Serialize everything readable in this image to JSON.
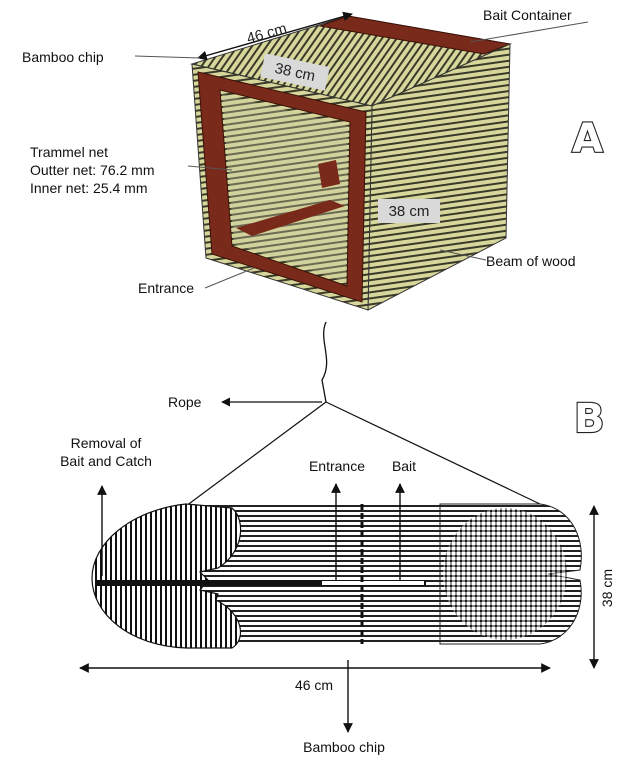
{
  "panel_a": {
    "letter": "A",
    "labels": {
      "bait_container": "Bait Container",
      "bamboo_chip": "Bamboo chip",
      "trammel_net": "Trammel net",
      "outer_net": "Outter net: 76.2 mm",
      "inner_net": "Inner net: 25.4 mm",
      "beam_of_wood": "Beam of wood",
      "entrance": "Entrance"
    },
    "dimensions": {
      "depth": "46 cm",
      "width": "38 cm",
      "height": "38 cm"
    },
    "colors": {
      "bamboo": "#d8d79b",
      "bamboo_stripe": "#3a3a2a",
      "wood": "#7a2a1a"
    }
  },
  "panel_b": {
    "letter": "B",
    "labels": {
      "rope": "Rope",
      "removal_line1": "Removal of",
      "removal_line2": "Bait and Catch",
      "entrance": "Entrance",
      "bait": "Bait",
      "bamboo_chip": "Bamboo chip"
    },
    "dimensions": {
      "length": "46 cm",
      "height": "38 cm"
    }
  }
}
